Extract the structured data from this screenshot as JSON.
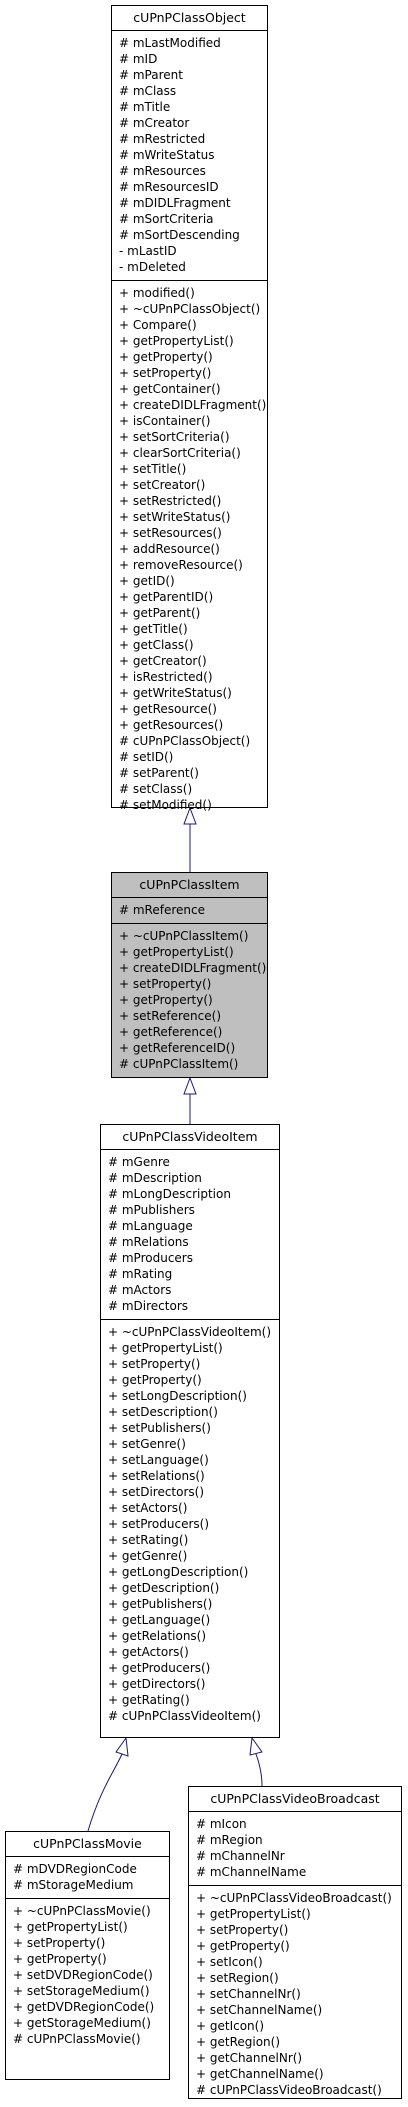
{
  "classes": {
    "object": {
      "name": "cUPnPClassObject",
      "attributes": [
        "# mLastModified",
        "# mID",
        "# mParent",
        "# mClass",
        "# mTitle",
        "# mCreator",
        "# mRestricted",
        "# mWriteStatus",
        "# mResources",
        "# mResourcesID",
        "# mDIDLFragment",
        "# mSortCriteria",
        "# mSortDescending",
        "- mLastID",
        "- mDeleted"
      ],
      "methods": [
        "+ modified()",
        "+ ~cUPnPClassObject()",
        "+ Compare()",
        "+ getPropertyList()",
        "+ getProperty()",
        "+ setProperty()",
        "+ getContainer()",
        "+ createDIDLFragment()",
        "+ isContainer()",
        "+ setSortCriteria()",
        "+ clearSortCriteria()",
        "+ setTitle()",
        "+ setCreator()",
        "+ setRestricted()",
        "+ setWriteStatus()",
        "+ setResources()",
        "+ addResource()",
        "+ removeResource()",
        "+ getID()",
        "+ getParentID()",
        "+ getParent()",
        "+ getTitle()",
        "+ getClass()",
        "+ getCreator()",
        "+ isRestricted()",
        "+ getWriteStatus()",
        "+ getResource()",
        "+ getResources()",
        "# cUPnPClassObject()",
        "# setID()",
        "# setParent()",
        "# setClass()",
        "# setModified()"
      ]
    },
    "item": {
      "name": "cUPnPClassItem",
      "attributes": [
        "# mReference"
      ],
      "methods": [
        "+ ~cUPnPClassItem()",
        "+ getPropertyList()",
        "+ createDIDLFragment()",
        "+ setProperty()",
        "+ getProperty()",
        "+ setReference()",
        "+ getReference()",
        "+ getReferenceID()",
        "# cUPnPClassItem()"
      ]
    },
    "videoitem": {
      "name": "cUPnPClassVideoItem",
      "attributes": [
        "# mGenre",
        "# mDescription",
        "# mLongDescription",
        "# mPublishers",
        "# mLanguage",
        "# mRelations",
        "# mProducers",
        "# mRating",
        "# mActors",
        "# mDirectors"
      ],
      "methods": [
        "+ ~cUPnPClassVideoItem()",
        "+ getPropertyList()",
        "+ setProperty()",
        "+ getProperty()",
        "+ setLongDescription()",
        "+ setDescription()",
        "+ setPublishers()",
        "+ setGenre()",
        "+ setLanguage()",
        "+ setRelations()",
        "+ setDirectors()",
        "+ setActors()",
        "+ setProducers()",
        "+ setRating()",
        "+ getGenre()",
        "+ getLongDescription()",
        "+ getDescription()",
        "+ getPublishers()",
        "+ getLanguage()",
        "+ getRelations()",
        "+ getActors()",
        "+ getProducers()",
        "+ getDirectors()",
        "+ getRating()",
        "# cUPnPClassVideoItem()"
      ]
    },
    "movie": {
      "name": "cUPnPClassMovie",
      "attributes": [
        "# mDVDRegionCode",
        "# mStorageMedium"
      ],
      "methods": [
        "+ ~cUPnPClassMovie()",
        "+ getPropertyList()",
        "+ setProperty()",
        "+ getProperty()",
        "+ setDVDRegionCode()",
        "+ setStorageMedium()",
        "+ getDVDRegionCode()",
        "+ getStorageMedium()",
        "# cUPnPClassMovie()"
      ]
    },
    "broadcast": {
      "name": "cUPnPClassVideoBroadcast",
      "attributes": [
        "# mIcon",
        "# mRegion",
        "# mChannelNr",
        "# mChannelName"
      ],
      "methods": [
        "+ ~cUPnPClassVideoBroadcast()",
        "+ getPropertyList()",
        "+ setProperty()",
        "+ getProperty()",
        "+ setIcon()",
        "+ setRegion()",
        "+ setChannelNr()",
        "+ setChannelName()",
        "+ getIcon()",
        "+ getRegion()",
        "+ getChannelNr()",
        "+ getChannelName()",
        "# cUPnPClassVideoBroadcast()"
      ]
    }
  },
  "colors": {
    "edge": "#191970",
    "highlight": "#bfbfbf",
    "border": "#000000"
  }
}
